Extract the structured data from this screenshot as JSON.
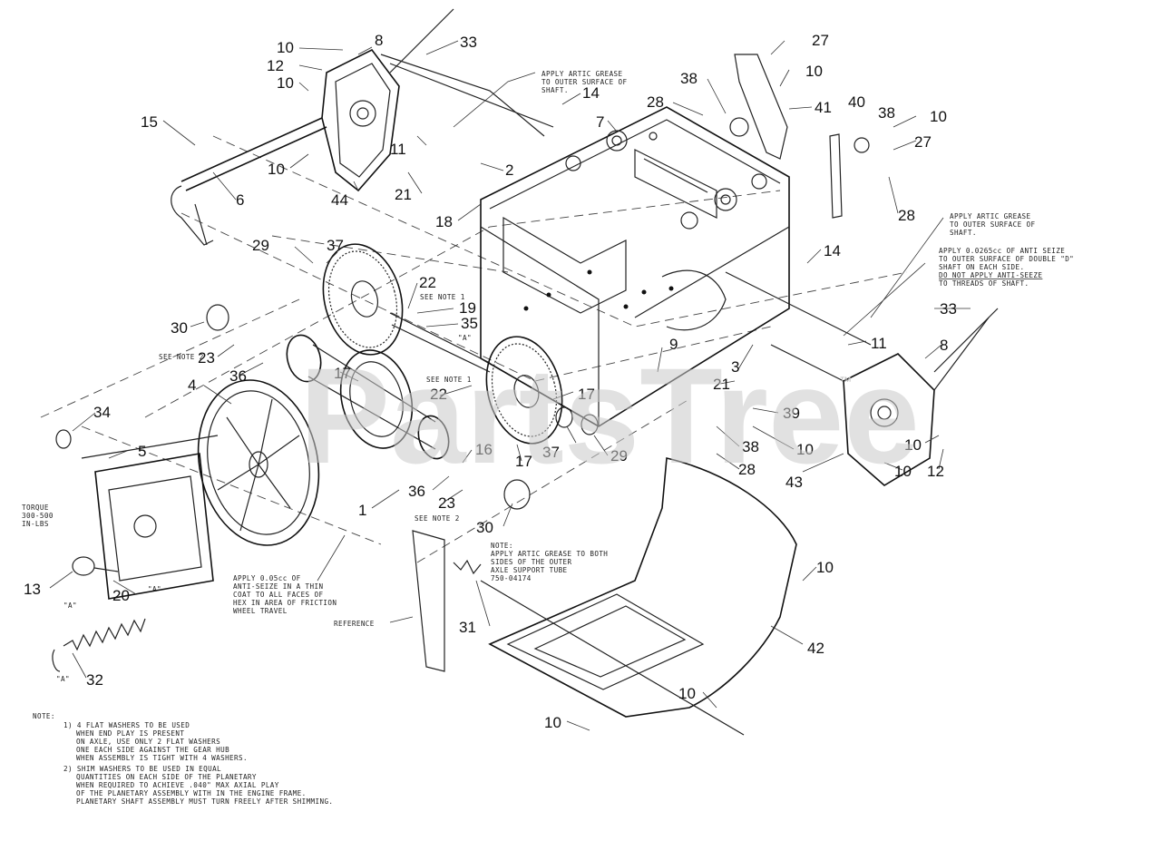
{
  "watermark": {
    "text": "PartsTree",
    "trademark": "™"
  },
  "labels": {
    "n1": "1",
    "n2": "2",
    "n3": "3",
    "n4": "4",
    "n5": "5",
    "n6": "6",
    "n7": "7",
    "n8a": "8",
    "n8b": "8",
    "n9": "9",
    "n10a": "10",
    "n10b": "10",
    "n10c": "10",
    "n10d": "10",
    "n10e": "10",
    "n10f": "10",
    "n10g": "10",
    "n10h": "10",
    "n10i": "10",
    "n10j": "10",
    "n10k": "10",
    "n11a": "11",
    "n11b": "11",
    "n12a": "12",
    "n12b": "12",
    "n13": "13",
    "n14a": "14",
    "n14b": "14",
    "n15": "15",
    "n16": "16",
    "n17a": "17",
    "n17b": "17",
    "n17c": "17",
    "n18": "18",
    "n19": "19",
    "n20": "20",
    "n21a": "21",
    "n21b": "21",
    "n22a": "22",
    "n22b": "22",
    "n23a": "23",
    "n23b": "23",
    "n27a": "27",
    "n27b": "27",
    "n28a": "28",
    "n28b": "28",
    "n28c": "28",
    "n29a": "29",
    "n29b": "29",
    "n30a": "30",
    "n30b": "30",
    "n31": "31",
    "n32": "32",
    "n33a": "33",
    "n33b": "33",
    "n34": "34",
    "n35": "35",
    "n36a": "36",
    "n36b": "36",
    "n37a": "37",
    "n37b": "37",
    "n38a": "38",
    "n38b": "38",
    "n38c": "38",
    "n39": "39",
    "n40": "40",
    "n41": "41",
    "n42": "42",
    "n43": "43",
    "n44": "44"
  },
  "callouts": {
    "grease_top": [
      "APPLY ARTIC GREASE",
      "TO OUTER SURFACE OF",
      "SHAFT."
    ],
    "grease_right": [
      "APPLY ARTIC GREASE",
      "TO OUTER SURFACE OF",
      "SHAFT."
    ],
    "anti_seize": [
      "APPLY 0.0265cc OF ANTI SEIZE",
      "TO OUTER SURFACE OF DOUBLE \"D\"",
      "SHAFT ON EACH SIDE.",
      "DO NOT APPLY ANTI-SEEZE",
      "TO THREADS OF SHAFT."
    ],
    "see_note_1a": "SEE NOTE 1",
    "see_note_1b": "SEE NOTE 1",
    "see_note_2a": "SEE NOTE 2",
    "see_note_2b": "SEE NOTE 2",
    "ref_a1": "\"A\"",
    "ref_a2": "\"A\"",
    "ref_a3": "\"A\"",
    "ref_a4": "\"A\"",
    "torque": [
      "TORQUE",
      "300-500",
      "IN-LBS"
    ],
    "friction": [
      "APPLY 0.05cc OF",
      "ANTI-SEIZE IN A THIN",
      "COAT TO ALL FACES OF",
      "HEX IN AREA OF FRICTION",
      "WHEEL TRAVEL"
    ],
    "reference": "REFERENCE",
    "axle_note": [
      "NOTE:",
      "APPLY ARTIC GREASE TO BOTH",
      "SIDES OF THE OUTER",
      "AXLE SUPPORT TUBE",
      "750-04174"
    ]
  },
  "notes": {
    "title": "NOTE:",
    "note1": [
      "1)  4 FLAT WASHERS TO BE USED",
      "WHEN END PLAY IS PRESENT",
      "ON AXLE, USE ONLY 2 FLAT WASHERS",
      "ONE EACH SIDE AGAINST THE GEAR HUB",
      "WHEN ASSEMBLY IS TIGHT WITH 4 WASHERS."
    ],
    "note2": [
      "2)  SHIM WASHERS TO BE USED IN EQUAL",
      "QUANTITIES ON EACH SIDE OF THE PLANETARY",
      "WHEN REQUIRED TO ACHIEVE .040\" MAX AXIAL PLAY",
      "OF THE PLANETARY ASSEMBLY WITH IN THE ENGINE FRAME.",
      "PLANETARY SHAFT ASSEMBLY MUST TURN FREELY AFTER SHIMMING."
    ]
  }
}
